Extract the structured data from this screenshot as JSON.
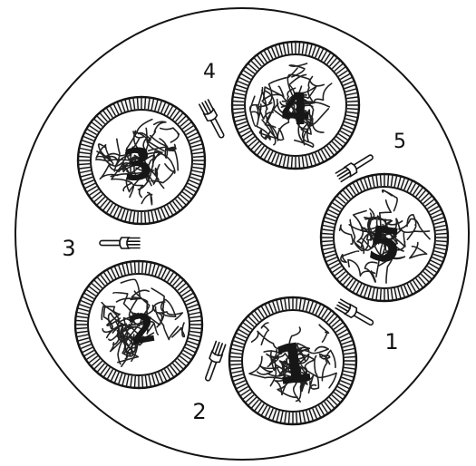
{
  "colors": {
    "background": "#ffffff",
    "ink": "#141414",
    "plate_fill": "#f4f4f4",
    "noodle": "#222222"
  },
  "plates": [
    {
      "label": "1"
    },
    {
      "label": "2"
    },
    {
      "label": "3"
    },
    {
      "label": "4"
    },
    {
      "label": "5"
    }
  ],
  "forks": [
    {
      "label": "1"
    },
    {
      "label": "2"
    },
    {
      "label": "3"
    },
    {
      "label": "4"
    },
    {
      "label": "5"
    }
  ]
}
